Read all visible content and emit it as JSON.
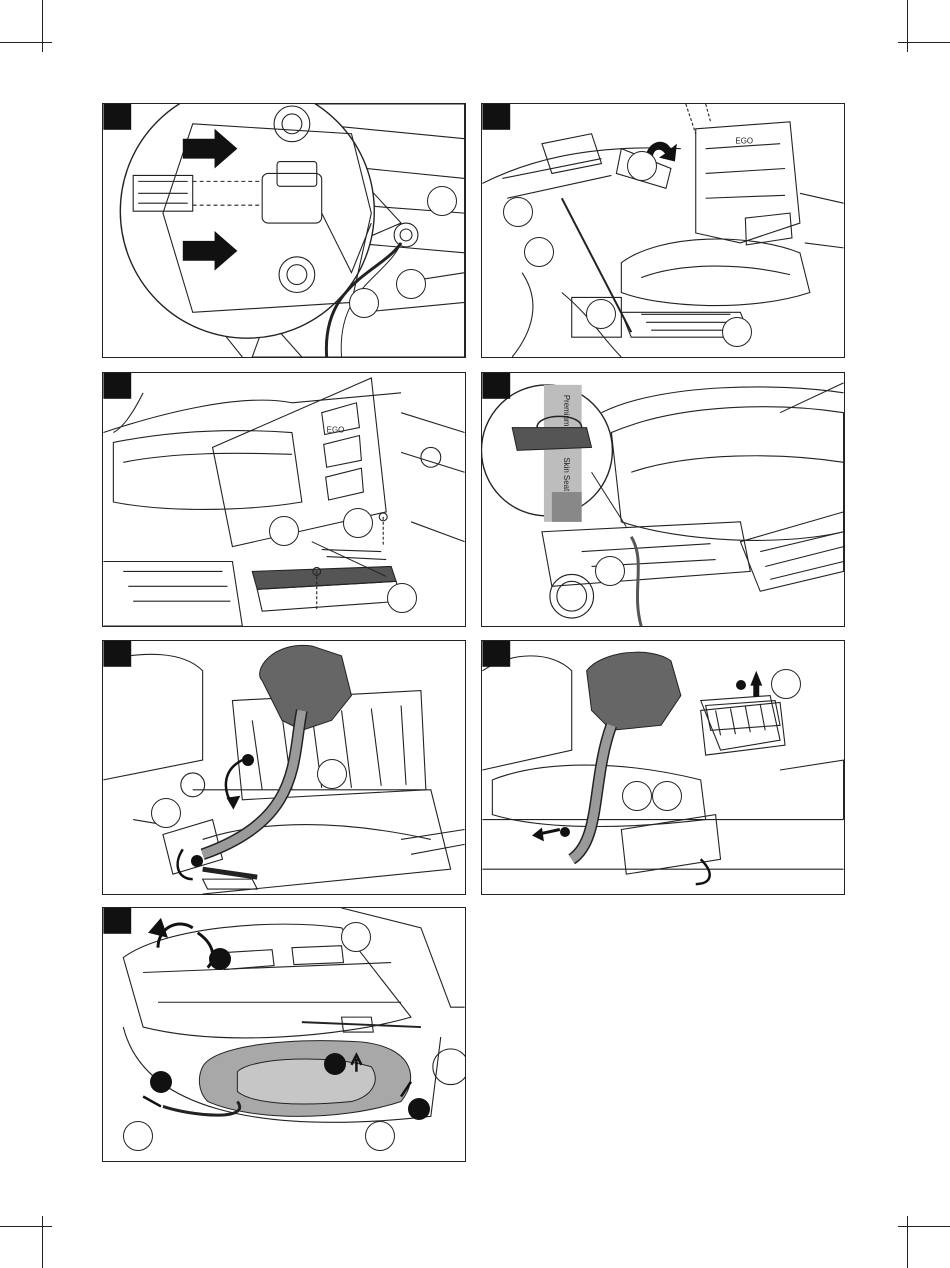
{
  "panels": [
    {
      "id": "step-1",
      "labels": []
    },
    {
      "id": "step-2",
      "labels": [],
      "brand_mark": "EGO"
    },
    {
      "id": "step-3",
      "labels": [],
      "brand_mark": "EGO"
    },
    {
      "id": "step-4",
      "labels": [],
      "strap_text": [
        "Premium",
        "Skin Seat"
      ]
    },
    {
      "id": "step-5",
      "labels": []
    },
    {
      "id": "step-6",
      "labels": []
    },
    {
      "id": "step-7",
      "labels": []
    }
  ],
  "colors": {
    "line": "#222222",
    "fill_gray": "#8a8a8a",
    "light_gray": "#bdbdbd",
    "black": "#111111"
  }
}
